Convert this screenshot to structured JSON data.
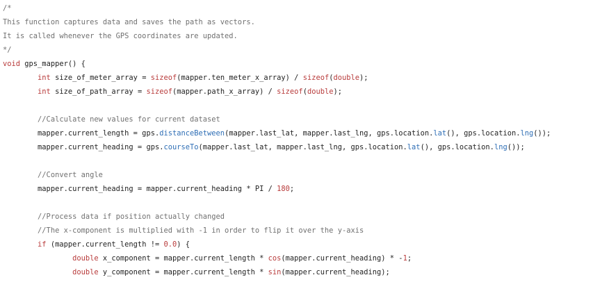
{
  "editor": {
    "colors": {
      "background": "#ffffff",
      "plain": "#222222",
      "comment": "#707070",
      "keyword": "#b83b3b",
      "function": "#2e6eb5",
      "number": "#b83b3b"
    },
    "lines": [
      [
        {
          "t": "c",
          "v": "/*"
        }
      ],
      [
        {
          "t": "c",
          "v": "This function captures data and saves the path as vectors."
        }
      ],
      [
        {
          "t": "c",
          "v": "It is called whenever the GPS coordinates are updated."
        }
      ],
      [
        {
          "t": "c",
          "v": "*/"
        }
      ],
      [
        {
          "t": "k",
          "v": "void"
        },
        {
          "t": "p",
          "v": " gps_mapper() {"
        }
      ],
      [
        {
          "t": "p",
          "v": "        "
        },
        {
          "t": "k",
          "v": "int"
        },
        {
          "t": "p",
          "v": " size_of_meter_array = "
        },
        {
          "t": "k",
          "v": "sizeof"
        },
        {
          "t": "p",
          "v": "(mapper.ten_meter_x_array) / "
        },
        {
          "t": "k",
          "v": "sizeof"
        },
        {
          "t": "p",
          "v": "("
        },
        {
          "t": "k",
          "v": "double"
        },
        {
          "t": "p",
          "v": ");"
        }
      ],
      [
        {
          "t": "p",
          "v": "        "
        },
        {
          "t": "k",
          "v": "int"
        },
        {
          "t": "p",
          "v": " size_of_path_array = "
        },
        {
          "t": "k",
          "v": "sizeof"
        },
        {
          "t": "p",
          "v": "(mapper.path_x_array) / "
        },
        {
          "t": "k",
          "v": "sizeof"
        },
        {
          "t": "p",
          "v": "("
        },
        {
          "t": "k",
          "v": "double"
        },
        {
          "t": "p",
          "v": ");"
        }
      ],
      [],
      [
        {
          "t": "p",
          "v": "        "
        },
        {
          "t": "c",
          "v": "//Calculate new values for current dataset"
        }
      ],
      [
        {
          "t": "p",
          "v": "        mapper.current_length = gps."
        },
        {
          "t": "f",
          "v": "distanceBetween"
        },
        {
          "t": "p",
          "v": "(mapper.last_lat, mapper.last_lng, gps.location."
        },
        {
          "t": "f",
          "v": "lat"
        },
        {
          "t": "p",
          "v": "(), gps.location."
        },
        {
          "t": "f",
          "v": "lng"
        },
        {
          "t": "p",
          "v": "());"
        }
      ],
      [
        {
          "t": "p",
          "v": "        mapper.current_heading = gps."
        },
        {
          "t": "f",
          "v": "courseTo"
        },
        {
          "t": "p",
          "v": "(mapper.last_lat, mapper.last_lng, gps.location."
        },
        {
          "t": "f",
          "v": "lat"
        },
        {
          "t": "p",
          "v": "(), gps.location."
        },
        {
          "t": "f",
          "v": "lng"
        },
        {
          "t": "p",
          "v": "());"
        }
      ],
      [],
      [
        {
          "t": "p",
          "v": "        "
        },
        {
          "t": "c",
          "v": "//Convert angle"
        }
      ],
      [
        {
          "t": "p",
          "v": "        mapper.current_heading = mapper.current_heading * PI / "
        },
        {
          "t": "n",
          "v": "180"
        },
        {
          "t": "p",
          "v": ";"
        }
      ],
      [],
      [
        {
          "t": "p",
          "v": "        "
        },
        {
          "t": "c",
          "v": "//Process data if position actually changed"
        }
      ],
      [
        {
          "t": "p",
          "v": "        "
        },
        {
          "t": "c",
          "v": "//The x-component is multiplied with -1 in order to flip it over the y-axis"
        }
      ],
      [
        {
          "t": "p",
          "v": "        "
        },
        {
          "t": "k",
          "v": "if"
        },
        {
          "t": "p",
          "v": " (mapper.current_length != "
        },
        {
          "t": "n",
          "v": "0.0"
        },
        {
          "t": "p",
          "v": ") {"
        }
      ],
      [
        {
          "t": "p",
          "v": "                "
        },
        {
          "t": "k",
          "v": "double"
        },
        {
          "t": "p",
          "v": " x_component = mapper.current_length * "
        },
        {
          "t": "k",
          "v": "cos"
        },
        {
          "t": "p",
          "v": "(mapper.current_heading) * -"
        },
        {
          "t": "n",
          "v": "1"
        },
        {
          "t": "p",
          "v": ";"
        }
      ],
      [
        {
          "t": "p",
          "v": "                "
        },
        {
          "t": "k",
          "v": "double"
        },
        {
          "t": "p",
          "v": " y_component = mapper.current_length * "
        },
        {
          "t": "k",
          "v": "sin"
        },
        {
          "t": "p",
          "v": "(mapper.current_heading);"
        }
      ]
    ]
  }
}
